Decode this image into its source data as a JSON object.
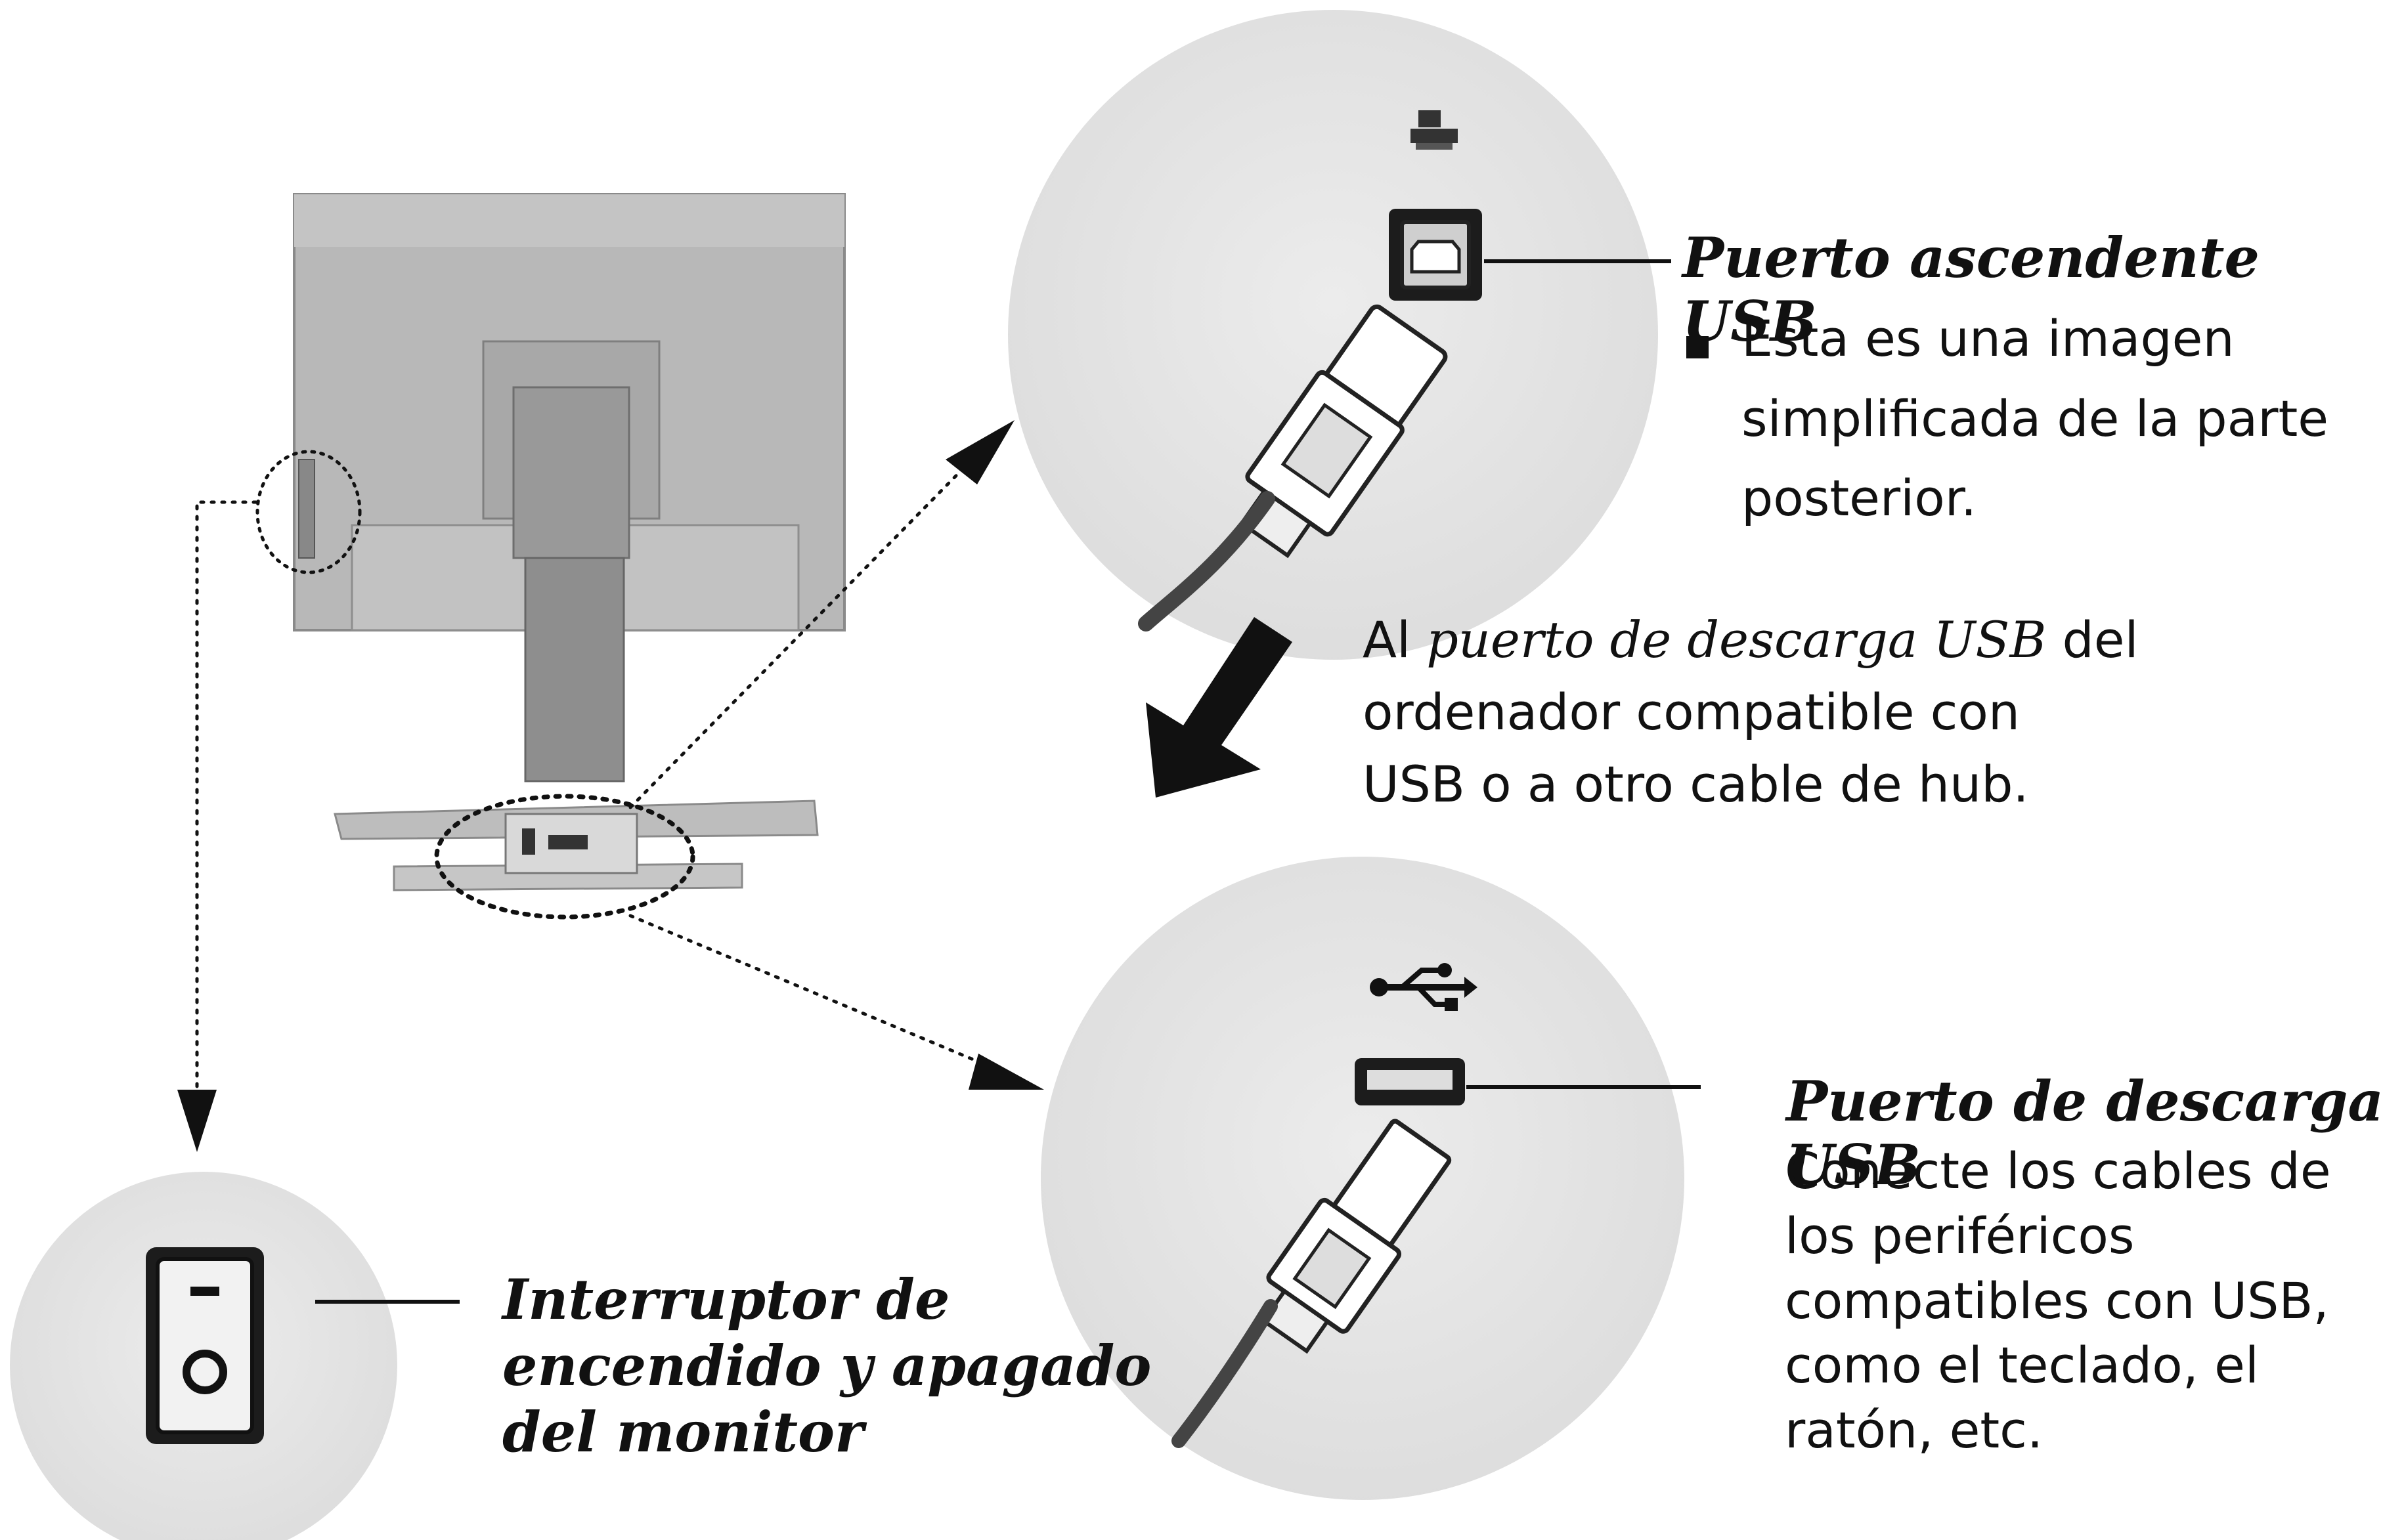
{
  "upstream": {
    "title": "Puerto ascendente USB",
    "note_lines": [
      "Esta es una imagen",
      "simplificada de la parte",
      "posterior."
    ]
  },
  "connect_to": {
    "line1_pre": "Al ",
    "line1_italic": "puerto de descarga USB",
    "line1_post": " del",
    "line2": "ordenador compatible con",
    "line3": "USB o a otro cable de hub."
  },
  "downstream": {
    "title": "Puerto de descarga USB",
    "desc_lines": [
      "Conecte los cables de",
      "los periféricos",
      "compatibles con USB,",
      "como el teclado, el",
      "ratón, etc."
    ]
  },
  "power_switch": {
    "title_lines": [
      "Interruptor de",
      "encendido y apagado",
      "del monitor"
    ]
  },
  "icons": [
    "monitor-rear-illustration",
    "usb-b-port-icon",
    "usb-a-port-icon",
    "usb-b-plug-icon",
    "usb-a-plug-icon",
    "usb-trident-icon",
    "network-icon",
    "power-switch-icon"
  ],
  "colors": {
    "callout_fill": "#e3e3e3",
    "ink": "#111111",
    "monitor_gray": "#b8b8b8"
  }
}
